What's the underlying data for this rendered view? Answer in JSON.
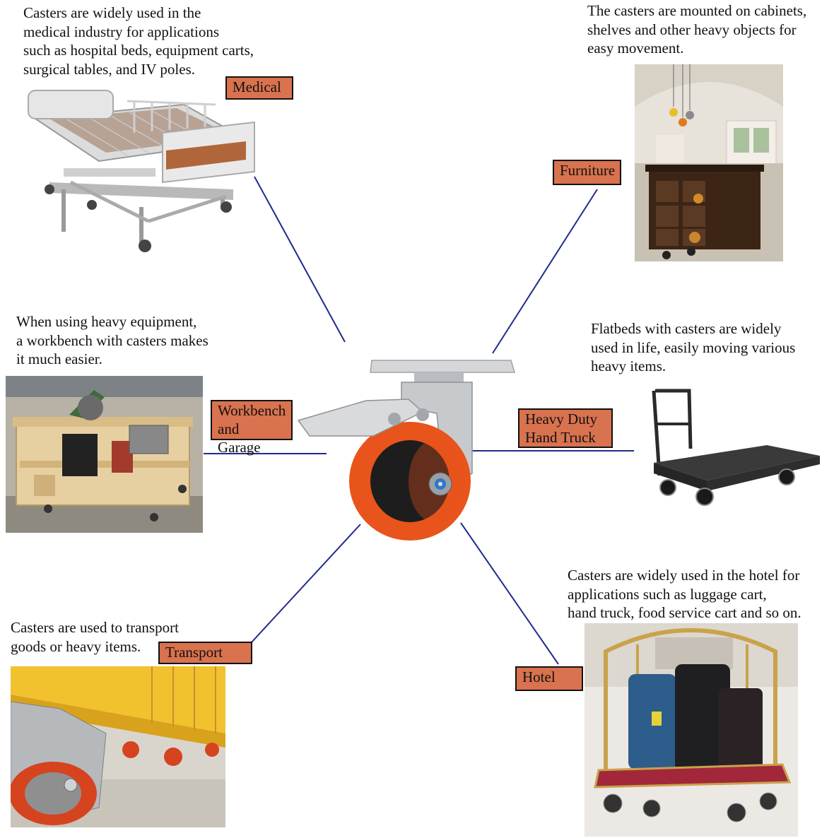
{
  "sections": {
    "medical": {
      "desc": "Casters are widely used in the\nmedical industry for applications\nsuch as hospital beds, equipment carts,\nsurgical tables, and IV poles.",
      "label": "Medical"
    },
    "furniture": {
      "desc": "The casters are mounted on cabinets,\nshelves and other heavy objects for\neasy movement.",
      "label": "Furniture"
    },
    "workbench": {
      "desc": "When using heavy equipment,\na workbench with casters makes\nit much easier.",
      "label": "Workbench\nand Garage"
    },
    "hand_truck": {
      "desc": "Flatbeds with casters are widely\nused in life, easily moving various\nheavy items.",
      "label": "Heavy Duty\nHand Truck"
    },
    "transport": {
      "desc": "Casters are used to transport\ngoods or heavy items.",
      "label": "Transport"
    },
    "hotel": {
      "desc": "Casters are widely used in the hotel for\napplications such as luggage cart,\nhand truck, food service cart and so on.",
      "label": "Hotel"
    }
  },
  "colors": {
    "label_fill": "#d9724e",
    "connector": "#1f2a8a",
    "wheel_orange": "#e8541c"
  }
}
